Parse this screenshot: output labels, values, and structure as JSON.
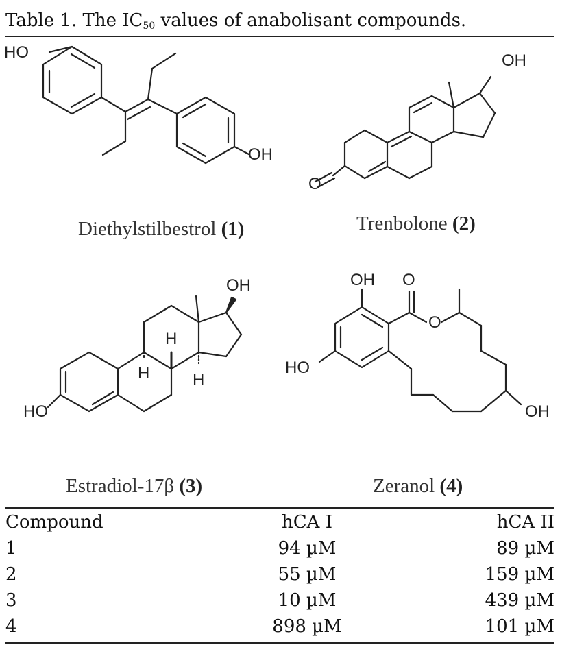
{
  "caption": {
    "prefix": "Table 1.  The IC",
    "subscript": "50",
    "suffix": " values of anabolisant compounds."
  },
  "compounds": [
    {
      "name": "Diethylstilbestrol",
      "number": "(1)"
    },
    {
      "name": "Trenbolone",
      "number": "(2)"
    },
    {
      "name": "Estradiol-17β",
      "number": "(3)"
    },
    {
      "name": "Zeranol",
      "number": "(4)"
    }
  ],
  "structure_labels": {
    "ho": "HO",
    "oh": "OH",
    "o": "O",
    "h": "H"
  },
  "table": {
    "headers": [
      "Compound",
      "hCA I",
      "hCA II"
    ],
    "rows": [
      [
        "1",
        "94 µM",
        "89 µM"
      ],
      [
        "2",
        "55 µM",
        "159 µM"
      ],
      [
        "3",
        "10 µM",
        "439 µM"
      ],
      [
        "4",
        "898 µM",
        "101 µM"
      ]
    ]
  }
}
